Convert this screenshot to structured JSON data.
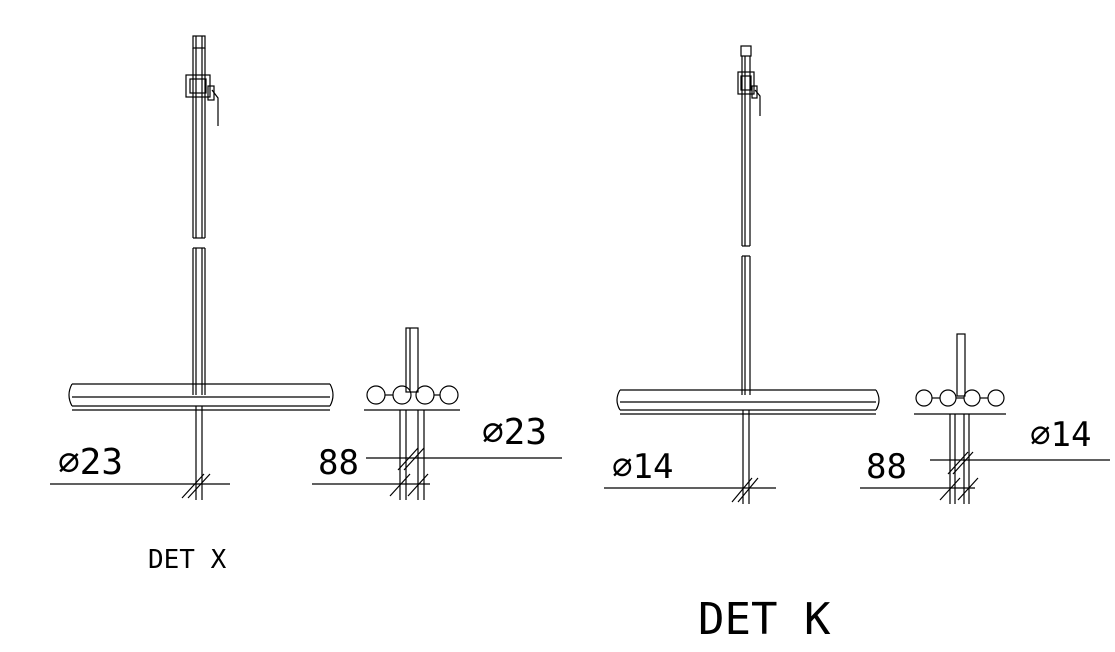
{
  "detail_x": {
    "title": "DET X",
    "dia_main": "⌀23",
    "spacing": "88",
    "dia_side": "⌀23"
  },
  "detail_k": {
    "title": "DET K",
    "dia_main": "⌀14",
    "spacing": "88",
    "dia_side": "⌀14"
  }
}
